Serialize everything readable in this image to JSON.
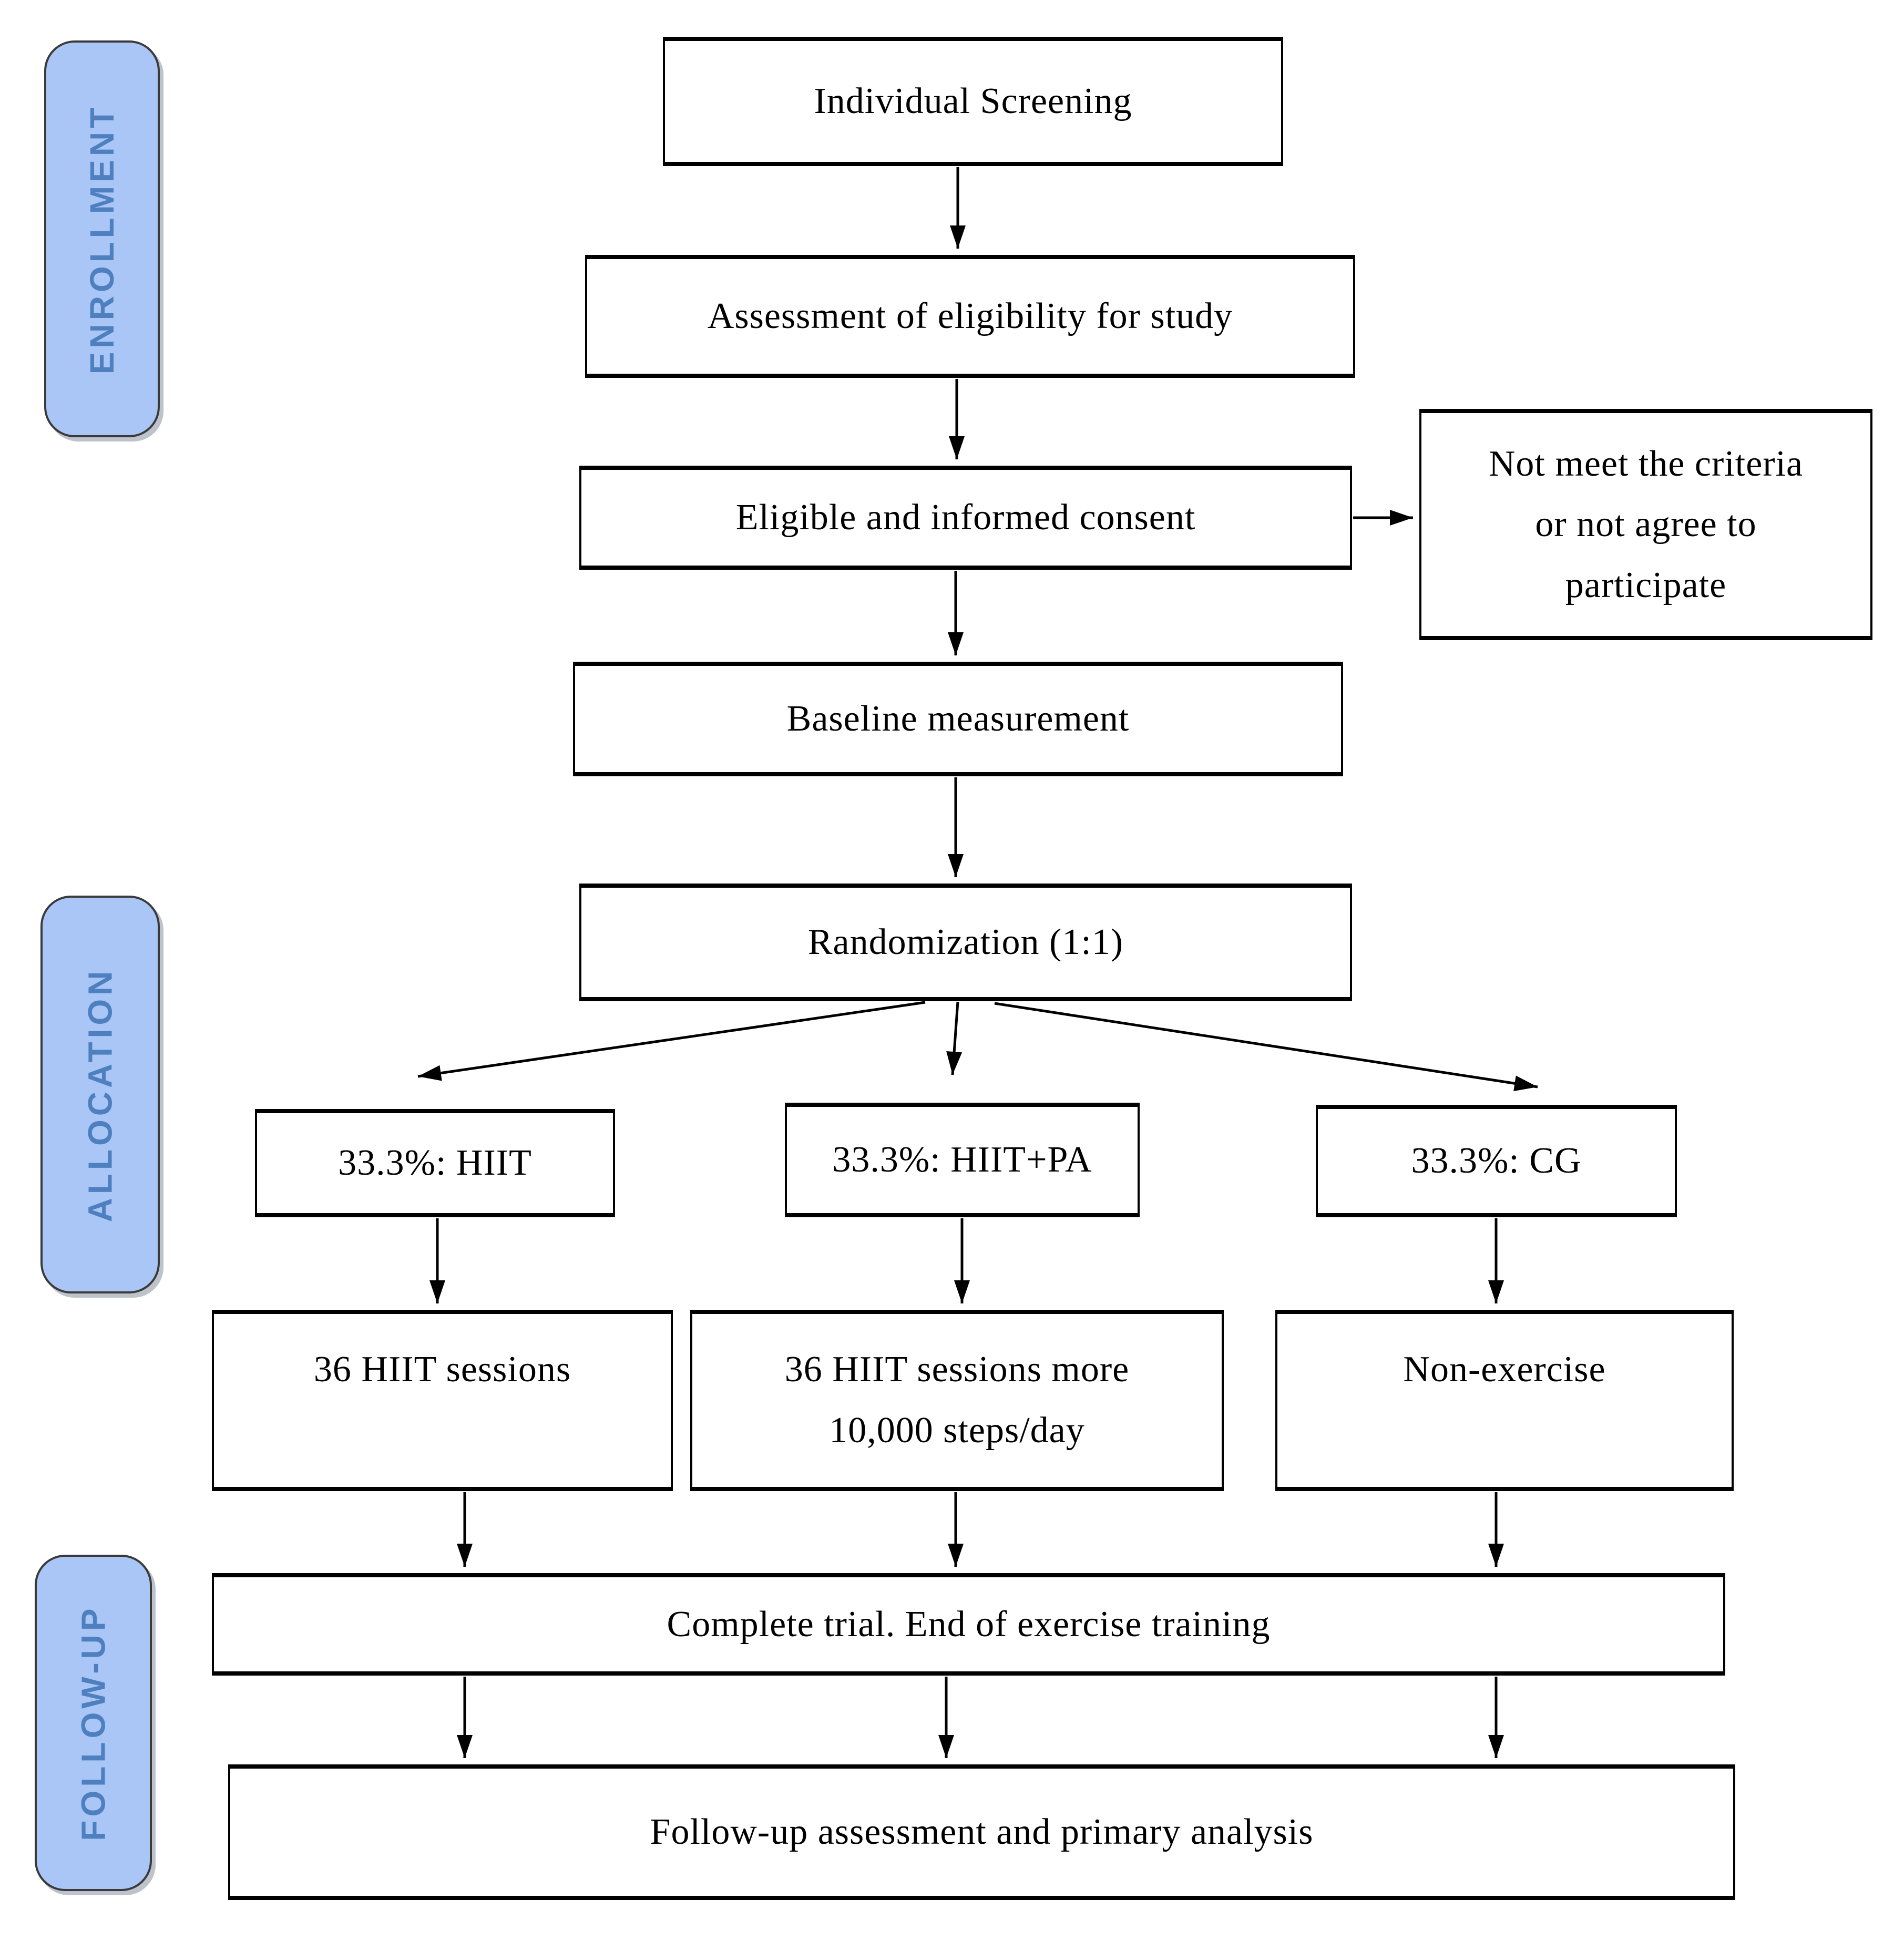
{
  "palette": {
    "stage_fill": "#aac6f6",
    "stage_border": "#3a3a3a",
    "stage_text_color": "#4e80c0",
    "node_border": "#000000",
    "node_text_color": "#000000",
    "arrow_color": "#000000",
    "background": "#ffffff"
  },
  "stages": [
    {
      "label": "ENROLLMENT"
    },
    {
      "label": "ALLOCATION"
    },
    {
      "label": "FOLLOW-UP"
    }
  ],
  "nodes": {
    "individual_screening": "Individual Screening",
    "assessment_eligibility": "Assessment of eligibility for study",
    "eligible_consent": "Eligible and informed consent",
    "not_meet_criteria": "Not meet the criteria\nor not agree to\nparticipate",
    "baseline_measurement": "Baseline measurement",
    "randomization": "Randomization (1:1)",
    "alloc_hiit": "33.3%: HIIT",
    "alloc_hiit_pa": "33.3%: HIIT+PA",
    "alloc_cg": "33.3%: CG",
    "hiit_sessions": "36 HIIT sessions",
    "hiit_pa_sessions": "36 HIIT sessions more\n10,000 steps/day",
    "non_exercise": "Non-exercise",
    "complete_trial": "Complete trial. End of exercise training",
    "followup_assessment": "Follow-up assessment and primary analysis"
  }
}
